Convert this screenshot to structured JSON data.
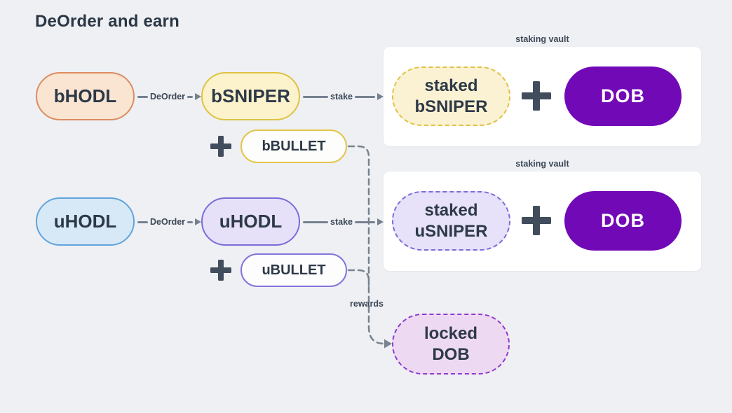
{
  "title": "DeOrder and earn",
  "nodes": {
    "bhodl": {
      "label": "bHODL"
    },
    "bsniper": {
      "label": "bSNIPER"
    },
    "bbullet": {
      "label": "bBULLET"
    },
    "uhodl_source": {
      "label": "uHODL"
    },
    "uhodl_deordered": {
      "label": "uHODL"
    },
    "ubullet": {
      "label": "uBULLET"
    },
    "staked_bsniper": {
      "line1": "staked",
      "line2": "bSNIPER"
    },
    "staked_usniper": {
      "line1": "staked",
      "line2": "uSNIPER"
    },
    "dob_top": {
      "label": "DOB"
    },
    "dob_bottom": {
      "label": "DOB"
    },
    "locked_dob": {
      "line1": "locked",
      "line2": "DOB"
    }
  },
  "edges": {
    "deorder_top": {
      "label": "DeOrder"
    },
    "stake_top": {
      "label": "stake"
    },
    "deorder_bottom": {
      "label": "DeOrder"
    },
    "stake_bottom": {
      "label": "stake"
    },
    "rewards": {
      "label": "rewards"
    }
  },
  "vaults": {
    "top": {
      "label": "staking vault"
    },
    "bottom": {
      "label": "staking vault"
    }
  },
  "colors": {
    "background": "#eef0f4",
    "text_dark": "#2d3947",
    "arrow_gray": "#75818f",
    "bhodl_fill": "#fae4d2",
    "bhodl_border": "#db8d61",
    "sniper_fill": "#fcf3cd",
    "sniper_border": "#dfc243",
    "uhodl_fill": "#d7e9f7",
    "uhodl_border": "#61a4db",
    "purple_fill": "#e6e1f8",
    "purple_border": "#7b6cd9",
    "dob_fill": "#7209b7",
    "locked_fill": "#eed9f3",
    "locked_border": "#8e3bcd",
    "vault_bg": "#ffffff"
  }
}
